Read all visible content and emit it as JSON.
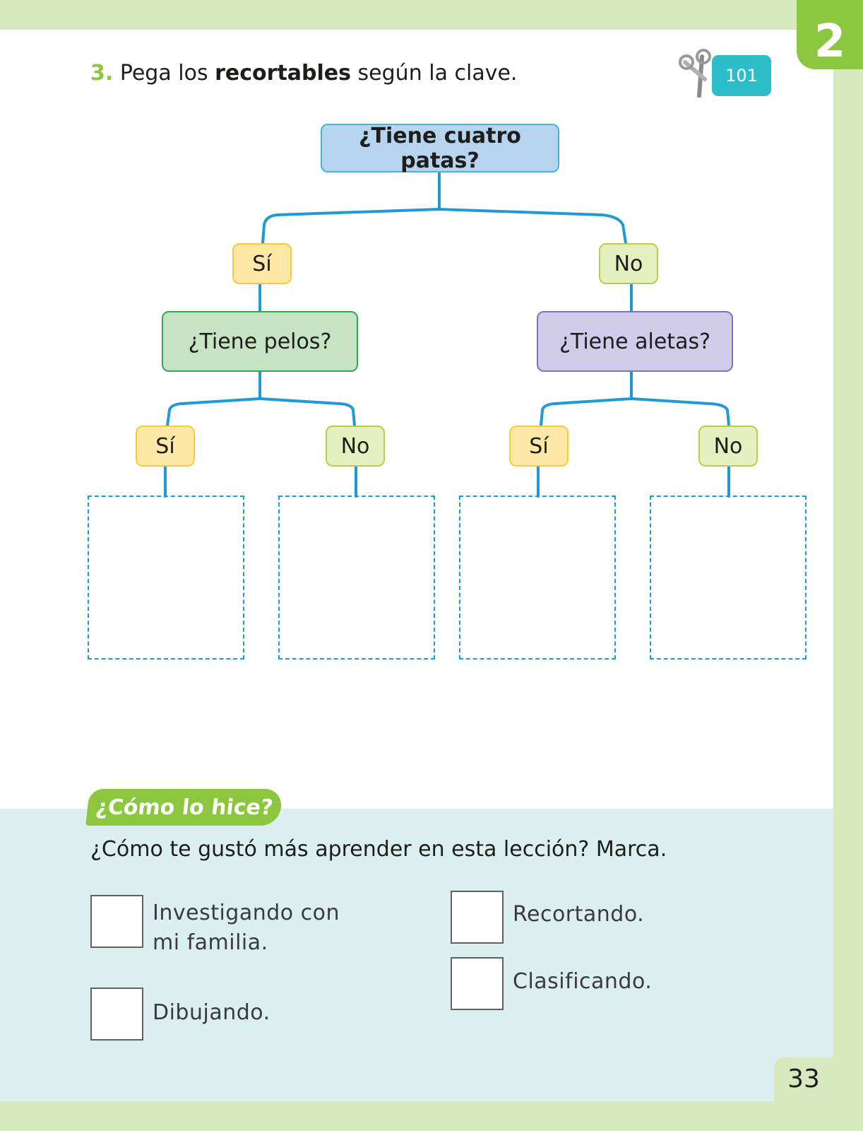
{
  "unit": {
    "number": "2"
  },
  "instruction": {
    "number": "3.",
    "text_before": "Pega los ",
    "text_bold": "recortables",
    "text_after": " según la clave."
  },
  "cut_badge": {
    "icon": "scissors-icon",
    "page": "101"
  },
  "tree": {
    "root_question": "¿Tiene cuatro patas?",
    "branch_yes": "Sí",
    "branch_no": "No",
    "left_question": "¿Tiene pelos?",
    "right_question": "¿Tiene aletas?",
    "answers": [
      "Sí",
      "No",
      "Sí",
      "No"
    ]
  },
  "self_check": {
    "title": "¿Cómo lo hice?",
    "question": "¿Cómo te gustó más aprender en esta lección? Marca.",
    "options": [
      {
        "line1": "Investigando con",
        "line2": "mi familia."
      },
      {
        "line1": "Dibujando."
      },
      {
        "line1": "Recortando."
      },
      {
        "line1": "Clasificando."
      }
    ]
  },
  "page_number": "33",
  "colors": {
    "accent_green": "#8cc63f",
    "line_blue": "#1f9ad6",
    "frame": "#d9e9bf",
    "panel": "#dbeff0"
  }
}
